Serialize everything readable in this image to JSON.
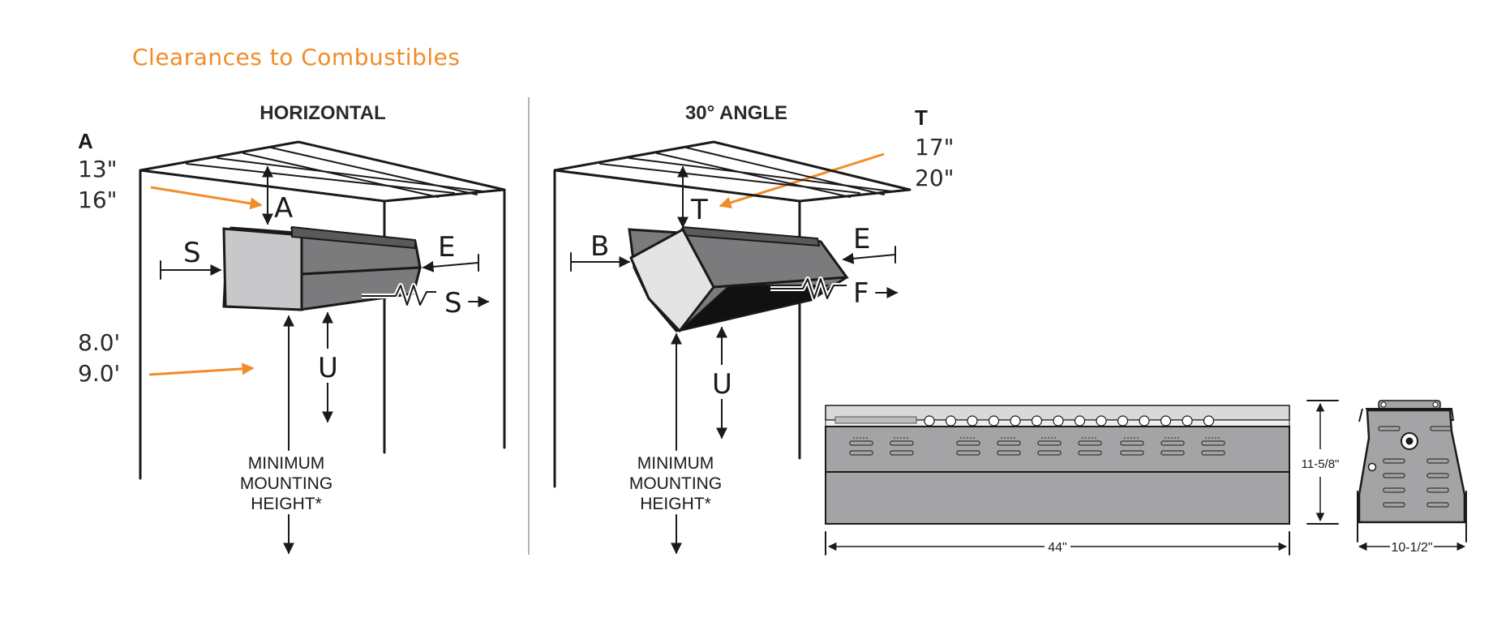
{
  "title": "Clearances to Combustibles",
  "colors": {
    "accent": "#f28c28",
    "ink": "#1a1a1a",
    "heater_light": "#c8c8ca",
    "heater_dark": "#7b7b7d",
    "heater_mid": "#a4a4a6"
  },
  "horizontal": {
    "heading": "HORIZONTAL",
    "a_label": "A",
    "a_values": [
      "13\"",
      "16\""
    ],
    "height_values": [
      "8.0'",
      "9.0'"
    ],
    "dim_a": "A",
    "dim_s_left": "S",
    "dim_e": "E",
    "dim_s_right": "S",
    "dim_u": "U",
    "mounting": [
      "MINIMUM",
      "MOUNTING",
      "HEIGHT*"
    ]
  },
  "angle": {
    "heading": "30° ANGLE",
    "t_label": "T",
    "t_values": [
      "17\"",
      "20\""
    ],
    "dim_t": "T",
    "dim_b": "B",
    "dim_e": "E",
    "dim_f": "F",
    "dim_u": "U",
    "mounting": [
      "MINIMUM",
      "MOUNTING",
      "HEIGHT*"
    ]
  },
  "dimensions": {
    "length": "44\"",
    "height": "11-5/8\"",
    "width": "10-1/2\""
  }
}
